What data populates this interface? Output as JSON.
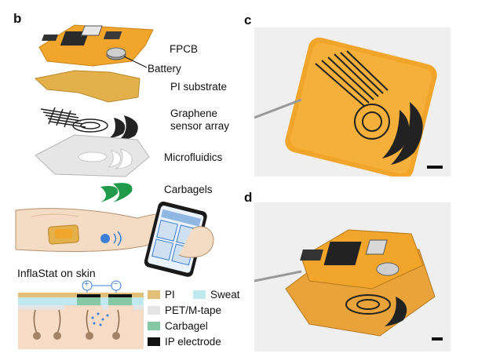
{
  "panels": {
    "b": "b",
    "c": "c",
    "d": "d"
  },
  "layers": {
    "fpcb": "FPCB",
    "battery": "Battery",
    "pi_substrate": "PI substrate",
    "graphene_line1": "Graphene",
    "graphene_line2": "sensor array",
    "microfluidics": "Microfluidics",
    "carbagels": "Carbagels"
  },
  "skin_label": "InflaStat on skin",
  "electrode_symbols": {
    "plus": "+",
    "minus": "−"
  },
  "legend": [
    {
      "label": "PI",
      "color": "#e3c07a"
    },
    {
      "label": "Sweat",
      "color": "#bfe9ee"
    },
    {
      "label": "PET/M-tape",
      "color": "#e4e4e4"
    },
    {
      "label": "Carbagel",
      "color": "#86c8a3"
    },
    {
      "label": "IP electrode",
      "color": "#111111"
    }
  ],
  "colors": {
    "orange_board": "#f1a52b",
    "pi_gold": "#e3b04b",
    "graphene": "#222222",
    "microfluidic": "#e6e6e6",
    "carbagel_green": "#1f9a4a",
    "skin": "#f4dcc4",
    "skin_outline": "#b5906e"
  }
}
